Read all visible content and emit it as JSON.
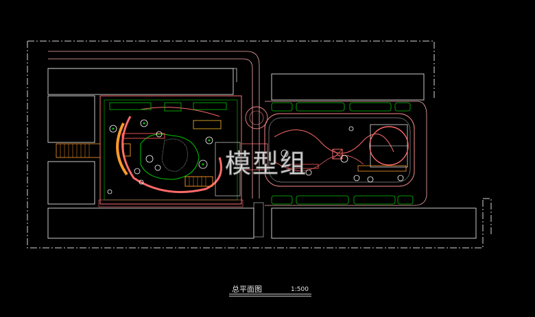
{
  "drawing": {
    "title": "总平面图",
    "scale": "1:500",
    "watermark": "模型组"
  },
  "colors": {
    "background": "#000000",
    "site_boundary": "#d8d8d8",
    "building": "#e0e0e0",
    "road": "#ff8a8a",
    "paving": "#ff5555",
    "green": "#00c800",
    "deck": "#ff9a2a",
    "tree": "#ffffff"
  }
}
